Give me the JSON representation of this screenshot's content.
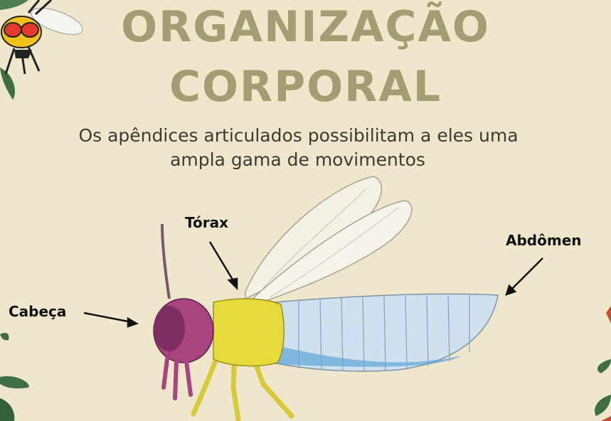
{
  "title": {
    "line1": "ORGANIZAÇÃO",
    "line2": "CORPORAL"
  },
  "subtitle": {
    "line1": "Os apêndices articulados possibilitam a eles uma",
    "line2": "ampla gama de movimentos"
  },
  "labels": {
    "torax": "Tórax",
    "abdomen": "Abdômen",
    "cabeca": "Cabeça"
  },
  "colors": {
    "background": "#efe7cc",
    "title": "#a59c73",
    "head": "#a8447f",
    "thorax": "#e6da3c",
    "abdomen": "#cfe0ee",
    "leaf": "#3f6e45"
  },
  "icons": [
    "wasp-icon",
    "leaf-decoration",
    "insect-illustration"
  ]
}
